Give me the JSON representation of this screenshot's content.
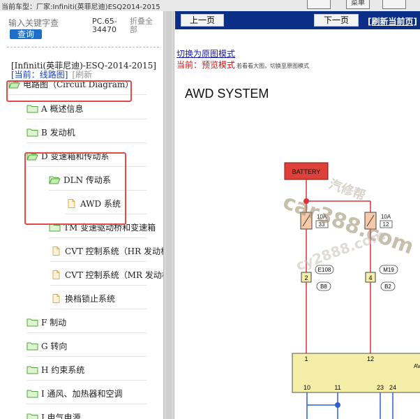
{
  "top": {
    "title": "当前车型：厂家:Infiniti(英菲尼迪)ESQ2014-2015",
    "btn1": "",
    "btn2": "菜单",
    "btn3": ""
  },
  "search": {
    "placeholder": "输入关键字查",
    "button": "查询"
  },
  "pc_code": "PC.65-34470",
  "collapse_all": "折叠全部",
  "tree": {
    "root": "[Infiniti(英菲尼迪)-ESQ-2014-2015]",
    "current_prefix": "[当前：",
    "current_name": "线路图",
    "current_suffix": "]",
    "refresh": "[刷新"
  },
  "items": [
    {
      "label": "电路图（Circuit Diagram）",
      "icon": "folder-open"
    },
    {
      "label": "A 概述信息",
      "icon": "folder"
    },
    {
      "label": "B 发动机",
      "icon": "folder"
    },
    {
      "label": "D 变速箱和传动系",
      "icon": "folder-open"
    },
    {
      "label": "DLN 传动系",
      "icon": "folder-open"
    },
    {
      "label": "AWD 系统",
      "icon": "page"
    },
    {
      "label": "TM 变速驱动桥和变速箱",
      "icon": "folder"
    },
    {
      "label": "CVT 控制系统（HR 发动机",
      "icon": "page"
    },
    {
      "label": "CVT 控制系统（MR 发动机",
      "icon": "page"
    },
    {
      "label": "换档锁止系统",
      "icon": "page"
    },
    {
      "label": "F 制动",
      "icon": "folder"
    },
    {
      "label": "G 转向",
      "icon": "folder"
    },
    {
      "label": "H 约束系统",
      "icon": "folder"
    },
    {
      "label": "I 通风、加热器和空调",
      "icon": "folder"
    },
    {
      "label": "J 电气电源",
      "icon": "folder"
    }
  ],
  "nav": {
    "prev": "上一页",
    "next": "下一页",
    "refresh": "[刷新当前页]"
  },
  "mode": {
    "switch_link": "切换为原图模式",
    "current_label": "当前：",
    "current_value": "预览模式",
    "hint": "若看看大图，切换至原图模式"
  },
  "diagram": {
    "title": "AWD SYSTEM",
    "battery": "BATTERY",
    "fuse1_amp": "10A",
    "fuse1_no": "33",
    "fuse2_amp": "10A",
    "fuse2_no": "12",
    "pin_a": "2",
    "pin_b": "4",
    "conn_a_top": "E108",
    "conn_a_bot": "B8",
    "conn_b_top": "M19",
    "conn_b_bot": "B2",
    "ecu_in_1": "1",
    "ecu_in_2": "12",
    "ecu_out_1": "10",
    "ecu_out_2": "11",
    "ecu_out_3": "23",
    "ecu_out_4": "24",
    "ecu_side": "AV"
  },
  "watermarks": [
    "car388.com",
    "汽修帮",
    "cy2888.com"
  ],
  "colors": {
    "navbar": "#0b2f86",
    "highlight": "#e34a4a",
    "battery": "#e0403a",
    "ecu": "#f4eea8",
    "wire_red": "#e0303a",
    "wire_blue": "#2f5fd0"
  }
}
